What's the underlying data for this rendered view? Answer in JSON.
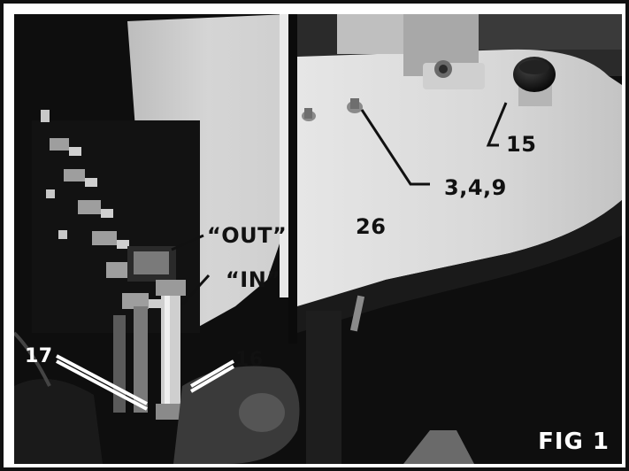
{
  "figure": {
    "label": "FIG 1"
  },
  "callouts": {
    "out": "“OUT”",
    "in": "“IN”",
    "c15": "15",
    "c349": "3,4,9",
    "c26": "26",
    "c17": "17",
    "c16": "16"
  },
  "colors": {
    "border": "#111111",
    "photo_dark": "#0d0d0d",
    "housing_light": "#d9d9d9",
    "label_light": "#ffffff"
  }
}
